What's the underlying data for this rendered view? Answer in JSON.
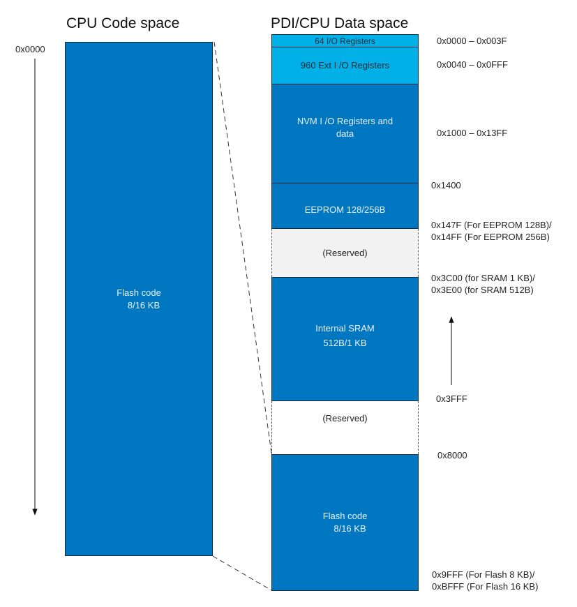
{
  "code_space": {
    "title": "CPU Code space",
    "start_address": "0x0000",
    "block": {
      "line1": "Flash code",
      "line2": "8/16 KB"
    }
  },
  "data_space": {
    "title": "PDI/CPU Data space",
    "blocks": [
      {
        "id": "io",
        "line1": "64 I/O Registers",
        "line2": ""
      },
      {
        "id": "ext-io",
        "line1": "960 Ext I /O Registers",
        "line2": ""
      },
      {
        "id": "nvm",
        "line1": "NVM I /O Registers and",
        "line2": "data"
      },
      {
        "id": "eeprom",
        "line1": "EEPROM 128/256B",
        "line2": ""
      },
      {
        "id": "reserved-1",
        "line1": "(Reserved)",
        "line2": ""
      },
      {
        "id": "sram",
        "line1": "Internal SRAM",
        "line2": "512B/1 KB"
      },
      {
        "id": "reserved-2",
        "line1": "(Reserved)",
        "line2": ""
      },
      {
        "id": "flash",
        "line1": "Flash code",
        "line2": "8/16 KB"
      }
    ],
    "addresses": {
      "io": "0x0000 – 0x003F",
      "ext_io": "0x0040 – 0x0FFF",
      "nvm": "0x1000 – 0x13FF",
      "eeprom_start": "0x1400",
      "eeprom_end_1": "0x147F (For EEPROM 128B)/",
      "eeprom_end_2": "0x14FF (For EEPROM 256B)",
      "sram_start_1": "0x3C00 (for SRAM 1 KB)/",
      "sram_start_2": "0x3E00 (for SRAM 512B)",
      "sram_end": "0x3FFF",
      "flash_start": "0x8000",
      "flash_end_1": "0x9FFF (For Flash 8 KB)/",
      "flash_end_2": "0xBFFF (For Flash 16 KB)"
    }
  },
  "colors": {
    "dark_block": "#0077c0",
    "light_block": "#00b0e6",
    "reserved_gray": "#f2f2f2"
  }
}
